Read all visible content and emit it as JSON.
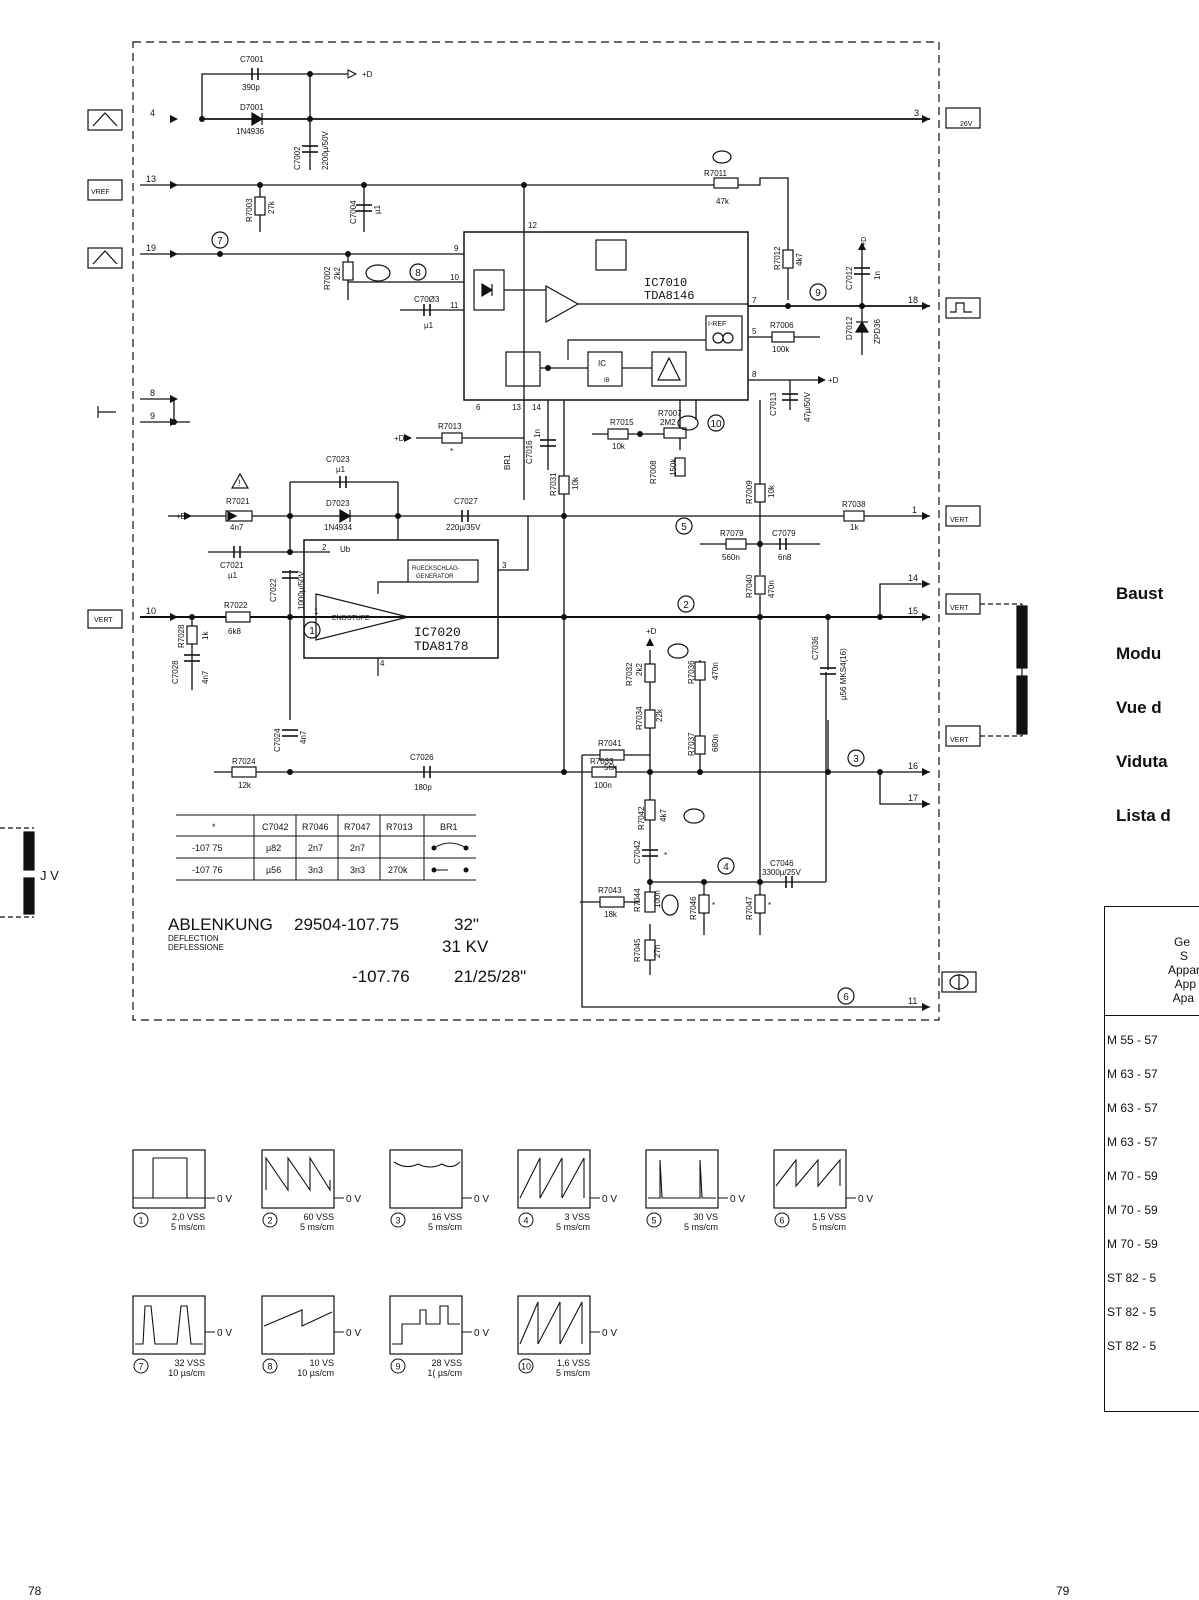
{
  "schematic": {
    "title": {
      "main": "ABLENKUNG",
      "sub1": "DEFLECTION",
      "sub2": "DEFLESSIONE",
      "code1": "29504-107.75",
      "size1": "32\"",
      "kv": "31 KV",
      "code2": "-107.76",
      "size2": "21/25/28\""
    },
    "ics": [
      {
        "ref": "IC7010",
        "type": "TDA8146"
      },
      {
        "ref": "IC7020",
        "type": "TDA8178"
      }
    ],
    "blocks": {
      "endstufe": "ENDSTUFE",
      "rueck1": "RUECKSCHLAG-",
      "rueck2": "GENERATOR",
      "iref": "I-REF",
      "ic": "IC",
      "ib": "IB"
    },
    "net": {
      "d": "+D",
      "ub": "Ub"
    },
    "labels": {
      "c7001": "C7001",
      "c7001v": "390p",
      "d7001": "D7001",
      "d7001v": "1N4936",
      "c7002": "C7002",
      "c7002v": "2200µ/50V",
      "r7003": "R7003",
      "r7003v": "27k",
      "c7004": "C7004",
      "c7004v": "µ1",
      "r7011": "R7011",
      "r7011v": "47k",
      "r7012": "R7012",
      "r7012v": "4k7",
      "c7012": "C7012",
      "c7012v": "1n",
      "d7012": "D7012",
      "d7012v": "ZPD36",
      "r7002": "R7002",
      "r7002v": "2k2",
      "c7003": "C70Ø3",
      "c7003v": "µ1",
      "r7006": "R7006",
      "r7006v": "100k",
      "c7013": "C7013",
      "c7013v": "47µ/50V",
      "r7013": "R7013",
      "star": "*",
      "br1": "BR1",
      "c7016": "C7016",
      "c7016v": "1n",
      "r7015": "R7015",
      "r7015v": "10k",
      "r7007": "R7007",
      "r7007v": "2M2",
      "r7008": "R7008",
      "r7008v": "150k",
      "c7023": "C7023",
      "c7023v": "µ1",
      "r7021": "R7021",
      "r7021v": "4n7",
      "d7023": "D7023",
      "d7023v": "1N4934",
      "c7027": "C7027",
      "c7027v": "220µ/35V",
      "r7031": "R7031",
      "r7031v": "10k",
      "r7009": "R7009",
      "r7009v": "10k",
      "r7038": "R7038",
      "r7038v": "1k",
      "r7079": "R7079",
      "r7079v": "560n",
      "c7079": "C7079",
      "c7079v": "6n8",
      "c7021": "C7021",
      "c7021v": "µ1",
      "c7022": "C7022",
      "c7022v": "1000µ/50V",
      "r7040": "R7040",
      "r7040v": "470n",
      "r7022": "R7022",
      "r7022v": "6k8",
      "r7028": "R7028",
      "r7028v": "1k",
      "c7028": "C7028",
      "c7028v": "4n7",
      "c7036": "C7036",
      "c7036v": "µ56 MKS4(16)",
      "r7032": "R7032",
      "r7032v": "2k2",
      "r7036": "R7036",
      "r7036v": "470n",
      "r7024": "R7024",
      "r7024v": "12k",
      "c7026": "C7026",
      "c7026v": "180p",
      "r7033": "R7033",
      "r7033v": "100n",
      "r7037": "R7037",
      "r7037v": "680n",
      "c7024": "C7024",
      "c7024v": "4n7",
      "r7034": "R7034",
      "r7034v": "22k",
      "r7041": "R7041",
      "r7041v": "56k",
      "r7042": "R7042",
      "r7042v": "4k7",
      "c7042": "C7042",
      "c7046": "C7046",
      "c7046v": "3300µ/25V",
      "r7043": "R7043",
      "r7043v": "18k",
      "r7044": "R7044",
      "r7044v": "100n",
      "r7046": "R7046",
      "r7047": "R7047",
      "r7045": "R7045",
      "r7045v": "27n"
    },
    "pins_left": [
      "4",
      "13",
      "19",
      "8",
      "9",
      "10"
    ],
    "pins_right": [
      "3",
      "18",
      "1",
      "14",
      "15",
      "16",
      "17",
      "11"
    ],
    "ic_pins": [
      "12",
      "9",
      "10",
      "11",
      "7",
      "5",
      "8",
      "6",
      "13",
      "14",
      "1",
      "4",
      "3",
      "2"
    ],
    "tp_nums": [
      "1",
      "2",
      "3",
      "4",
      "5",
      "6",
      "7",
      "8",
      "9",
      "10"
    ],
    "variant_table": {
      "headers": [
        "*",
        "C7042",
        "R7046",
        "R7047",
        "R7013",
        "BR1"
      ],
      "rows": [
        [
          "-107 75",
          "µ82",
          "2n7",
          "2n7",
          ""
        ],
        [
          "-107 76",
          "µ56",
          "3n3",
          "3n3",
          "270k"
        ]
      ]
    },
    "connector_labels": {
      "vref": "VREF",
      "d26": "26V",
      "vert": "VERT",
      "jv": "J V"
    },
    "waveform_zero": "0 V"
  },
  "waveforms": [
    {
      "num": "1",
      "amp": "2,0 VSS",
      "time": "5 ms/cm"
    },
    {
      "num": "2",
      "amp": "60 VSS",
      "time": "5 ms/cm"
    },
    {
      "num": "3",
      "amp": "16 VSS",
      "time": "5 ms/cm"
    },
    {
      "num": "4",
      "amp": "3 VSS",
      "time": "5 ms/cm"
    },
    {
      "num": "5",
      "amp": "30 VS",
      "time": "5 ms/cm"
    },
    {
      "num": "6",
      "amp": "1,5 VSS",
      "time": "5 ms/cm"
    },
    {
      "num": "7",
      "amp": "32 VSS",
      "time": "10 µs/cm"
    },
    {
      "num": "8",
      "amp": "10 VS",
      "time": "10 µs/cm"
    },
    {
      "num": "9",
      "amp": "28 VSS",
      "time": "1( µs/cm"
    },
    {
      "num": "10",
      "amp": "1,6 VSS",
      "time": "5 ms/cm"
    }
  ],
  "side_panel": {
    "headings": [
      "Baust",
      "Modu",
      "Vue d",
      "Viduta",
      "Lista d"
    ],
    "table_header": [
      "Ge",
      "S",
      "Appar",
      "App",
      "Apa"
    ],
    "rows": [
      "M 55 - 57",
      "M 63 - 57",
      "M 63 - 57",
      "M 63 - 57",
      "M 70 - 59",
      "M 70 - 59",
      "M 70 - 59",
      "ST 82 - 5",
      "ST 82 - 5",
      "ST 82 - 5"
    ]
  },
  "page_numbers": {
    "left": "78",
    "right": "79"
  }
}
